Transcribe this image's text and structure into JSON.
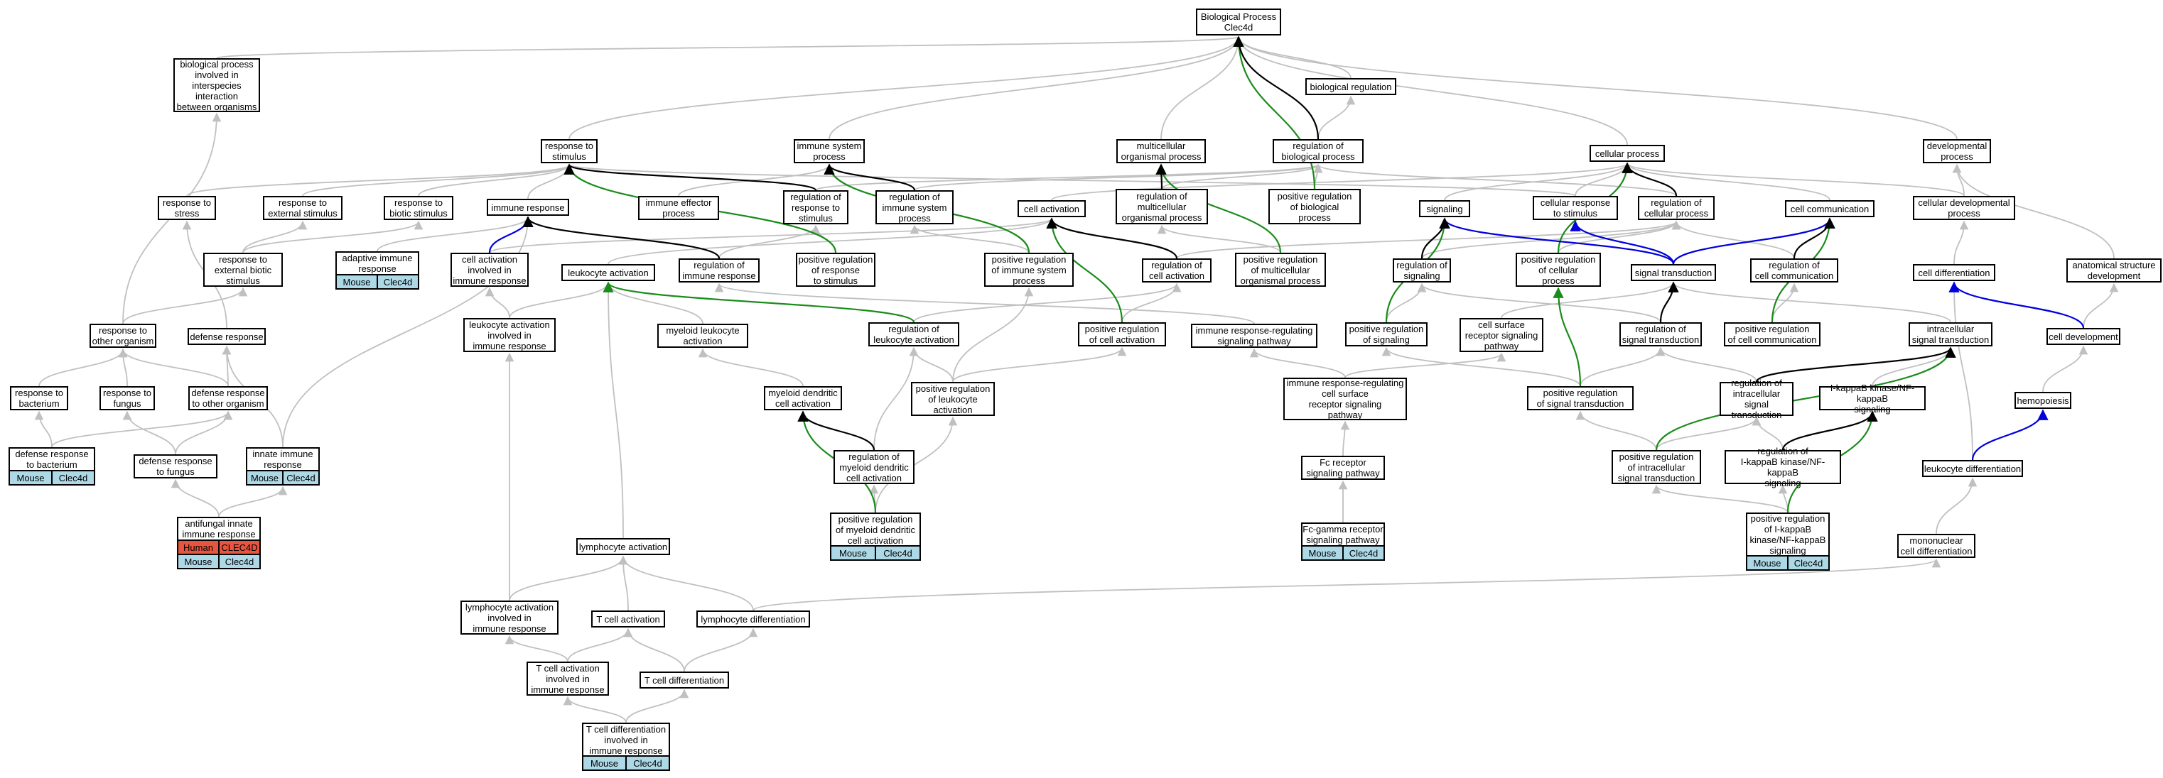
{
  "colors": {
    "mouse": "#add8e6",
    "human": "#e8553f",
    "grey_edge": "#c0c0c0",
    "black_edge": "#000000",
    "green_edge": "#1a8c1a",
    "blue_edge": "#0000dd"
  },
  "nodes": {
    "bp": "Biological Process\nClec4d",
    "biorelinter": "biological process\ninvolved in\ninterspecies\ninteraction\nbetween organisms",
    "bioreg": "biological regulation",
    "respstim": "response to\nstimulus",
    "immsys": "immune system\nprocess",
    "multi": "multicellular\norganismal process",
    "regbio": "regulation of\nbiological process",
    "cellproc": "cellular process",
    "devproc": "developmental\nprocess",
    "respstress": "response to\nstress",
    "respext": "response to\nexternal stimulus",
    "respbiotic": "response to\nbiotic stimulus",
    "immresp": "immune response",
    "immeff": "immune effector\nprocess",
    "regrespstim": "regulation of\nresponse to\nstimulus",
    "regimmsys": "regulation of\nimmune system\nprocess",
    "cellact": "cell activation",
    "regmulti": "regulation of\nmulticellular\norganismal process",
    "posregbio": "positive regulation\nof biological\nprocess",
    "signaling": "signaling",
    "cellrespstim": "cellular response\nto stimulus",
    "regcellproc": "regulation of\ncellular process",
    "cellcomm": "cell communication",
    "celldevproc": "cellular developmental\nprocess",
    "respextbiotic": "response to\nexternal biotic\nstimulus",
    "adaptive": "adaptive immune\nresponse",
    "cellactimm": "cell activation\ninvolved in\nimmune response",
    "leukact": "leukocyte activation",
    "regimmresp": "regulation of\nimmune response",
    "posregrespstim": "positive regulation\nof response\nto stimulus",
    "posregimmsys": "positive regulation\nof immune system\nprocess",
    "regcellact": "regulation of\ncell activation",
    "posregmulti": "positive regulation\nof multicellular\norganismal process",
    "regsignaling": "regulation of\nsignaling",
    "posregcellproc": "positive regulation\nof cellular\nprocess",
    "sigtrans": "signal transduction",
    "regcellcomm": "regulation of\ncell communication",
    "celldiff": "cell differentiation",
    "anatdev": "anatomical structure\ndevelopment",
    "resporg": "response to\nother organism",
    "defresp": "defense response",
    "leukactimm": "leukocyte activation\ninvolved in\nimmune response",
    "myeleuk": "myeloid leukocyte\nactivation",
    "regleukact": "regulation of\nleukocyte activation",
    "posregcellact": "positive regulation\nof cell activation",
    "irrsp": "immune response-regulating\nsignaling pathway",
    "posregsignaling": "positive regulation\nof signaling",
    "csrsp": "cell surface\nreceptor signaling\npathway",
    "regsigtrans": "regulation of\nsignal transduction",
    "posregcellcomm": "positive regulation\nof cell communication",
    "intrasig": "intracellular\nsignal transduction",
    "celldev": "cell development",
    "respbact": "response to\nbacterium",
    "respfungus": "response to\nfungus",
    "defresporg": "defense response\nto other organism",
    "myeldend": "myeloid dendritic\ncell activation",
    "posregleukact": "positive regulation\nof leukocyte\nactivation",
    "irrcsrsp": "immune response-regulating\ncell surface\nreceptor signaling\npathway",
    "posregsigtrans": "positive regulation\nof signal transduction",
    "regintrasig": "regulation of\nintracellular\nsignal transduction",
    "ikb": "I-kappaB kinase/NF-kappaB\nsignaling",
    "hemo": "hemopoiesis",
    "defbact": "defense response\nto bacterium",
    "deffungus": "defense response\nto fungus",
    "innate": "innate immune\nresponse",
    "regmyeldend": "regulation of\nmyeloid dendritic\ncell activation",
    "fcrsp": "Fc receptor\nsignaling pathway",
    "posregintrasig": "positive regulation\nof intracellular\nsignal transduction",
    "regikb": "regulation of\nI-kappaB kinase/NF-kappaB\nsignaling",
    "leukdiff": "leukocyte differentiation",
    "antifungal": "antifungal innate\nimmune response",
    "posregmyeldend": "positive regulation\nof myeloid dendritic\ncell activation",
    "fcgamma": "Fc-gamma receptor\nsignaling pathway",
    "posregikb": "positive regulation\nof I-kappaB\nkinase/NF-kappaB\nsignaling",
    "mononuc": "mononuclear\ncell differentiation",
    "lymphact": "lymphocyte activation",
    "lymphactimm": "lymphocyte activation\ninvolved in\nimmune response",
    "tcellact": "T cell activation",
    "lymphdiff": "lymphocyte differentiation",
    "tcellactimm": "T cell activation\ninvolved in\nimmune response",
    "tcelldiff": "T cell differentiation",
    "tcelldiffimm": "T cell differentiation\ninvolved in\nimmune response"
  },
  "tags": {
    "adaptive": [
      [
        "Mouse",
        "Clec4d"
      ]
    ],
    "defbact": [
      [
        "Mouse",
        "Clec4d"
      ]
    ],
    "innate": [
      [
        "Mouse",
        "Clec4d"
      ]
    ],
    "antifungal": [
      [
        "Human",
        "CLEC4D"
      ],
      [
        "Mouse",
        "Clec4d"
      ]
    ],
    "posregmyeldend": [
      [
        "Mouse",
        "Clec4d"
      ]
    ],
    "fcgamma": [
      [
        "Mouse",
        "Clec4d"
      ]
    ],
    "posregikb": [
      [
        "Mouse",
        "Clec4d"
      ]
    ],
    "tcelldiffimm": [
      [
        "Mouse",
        "Clec4d"
      ]
    ]
  }
}
